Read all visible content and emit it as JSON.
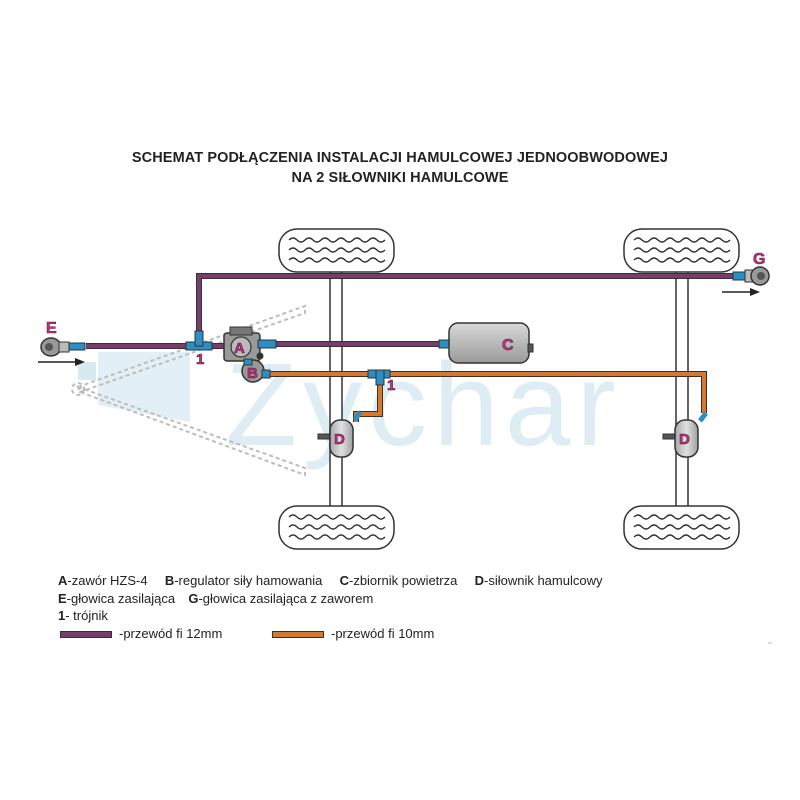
{
  "title": {
    "line1": "SCHEMAT PODŁĄCZENIA INSTALACJI HAMULCOWEJ JEDNOOBWODOWEJ",
    "line2": "NA 2 SIŁOWNIKI HAMULCOWE"
  },
  "watermark": "Zychar",
  "labels": {
    "A": "A",
    "B": "B",
    "C": "C",
    "D_left": "D",
    "D_right": "D",
    "E": "E",
    "G": "G",
    "tee_left": "1",
    "tee_mid": "1"
  },
  "legend": {
    "row1": [
      {
        "key": "A",
        "text": "-zawór HZS-4"
      },
      {
        "key": "B",
        "text": "-regulator siły hamowania"
      },
      {
        "key": "C",
        "text": "-zbiornik powietrza"
      },
      {
        "key": "D",
        "text": "-siłownik hamulcowy"
      }
    ],
    "row2": [
      {
        "key": "E",
        "text": "-głowica zasilająca"
      },
      {
        "key": "G",
        "text": "-głowica zasilająca z zaworem"
      }
    ],
    "row3": [
      {
        "key": "1",
        "text": "- trójnik"
      }
    ],
    "pipe_12": "-przewód fi 12mm",
    "pipe_10": "-przewód fi 10mm"
  },
  "colors": {
    "pipe_12mm": "#7a3b6e",
    "pipe_10mm": "#d9782d",
    "fitting": "#2a8fc4",
    "label": "#e0218a",
    "component": "#b8b8b8",
    "watermark": "#cfe3ef"
  }
}
